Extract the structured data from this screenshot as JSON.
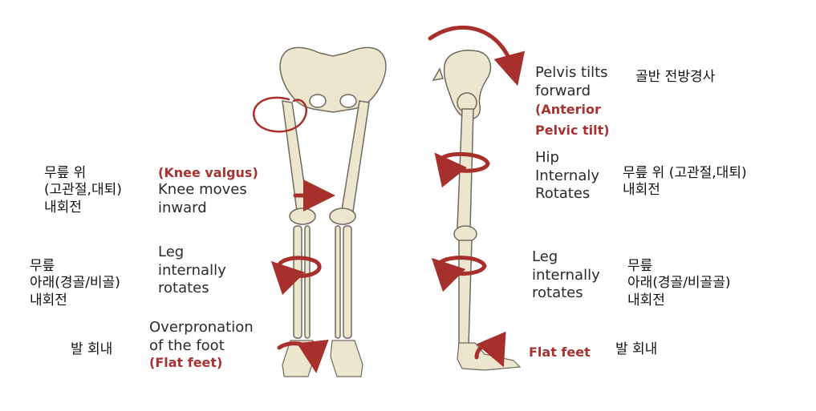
{
  "colors": {
    "arrow": "#a8302c",
    "bone": "#ece6cf",
    "bone_stroke": "#6f6a5e",
    "red_text": "#a83232"
  },
  "front": {
    "knee": {
      "red": "(Knee valgus)",
      "line1": "Knee moves",
      "line2": "inward"
    },
    "leg": {
      "line1": "Leg",
      "line2": "internally",
      "line3": "rotates"
    },
    "foot": {
      "line1": "Overpronation",
      "line2": "of the foot",
      "red": "(Flat feet)"
    }
  },
  "side": {
    "pelvis": {
      "line1": "Pelvis tilts",
      "line2": "forward",
      "red1": "(Anterior",
      "red2": "Pelvic tilt)"
    },
    "hip": {
      "line1": "Hip",
      "line2": "Internaly",
      "line3": "Rotates"
    },
    "leg": {
      "line1": "Leg",
      "line2": "internally",
      "line3": "rotates"
    },
    "foot": {
      "red": "Flat feet"
    }
  },
  "korean": {
    "left_knee": {
      "line1": "무릎 위",
      "line2": "(고관절,대퇴)",
      "line3": "내회전"
    },
    "left_leg": {
      "line1": "무릎",
      "line2": "아래(경골/비골)",
      "line3": "내회전"
    },
    "left_foot": "발 회내",
    "pelvis": "골반 전방경사",
    "right_hip": {
      "line1": "무릎 위 (고관절,대퇴)",
      "line2": "내회전"
    },
    "right_leg": {
      "line1": "무릎",
      "line2": "아래(경골/비골골)",
      "line3": "내회전"
    },
    "right_foot": "발 회내"
  }
}
